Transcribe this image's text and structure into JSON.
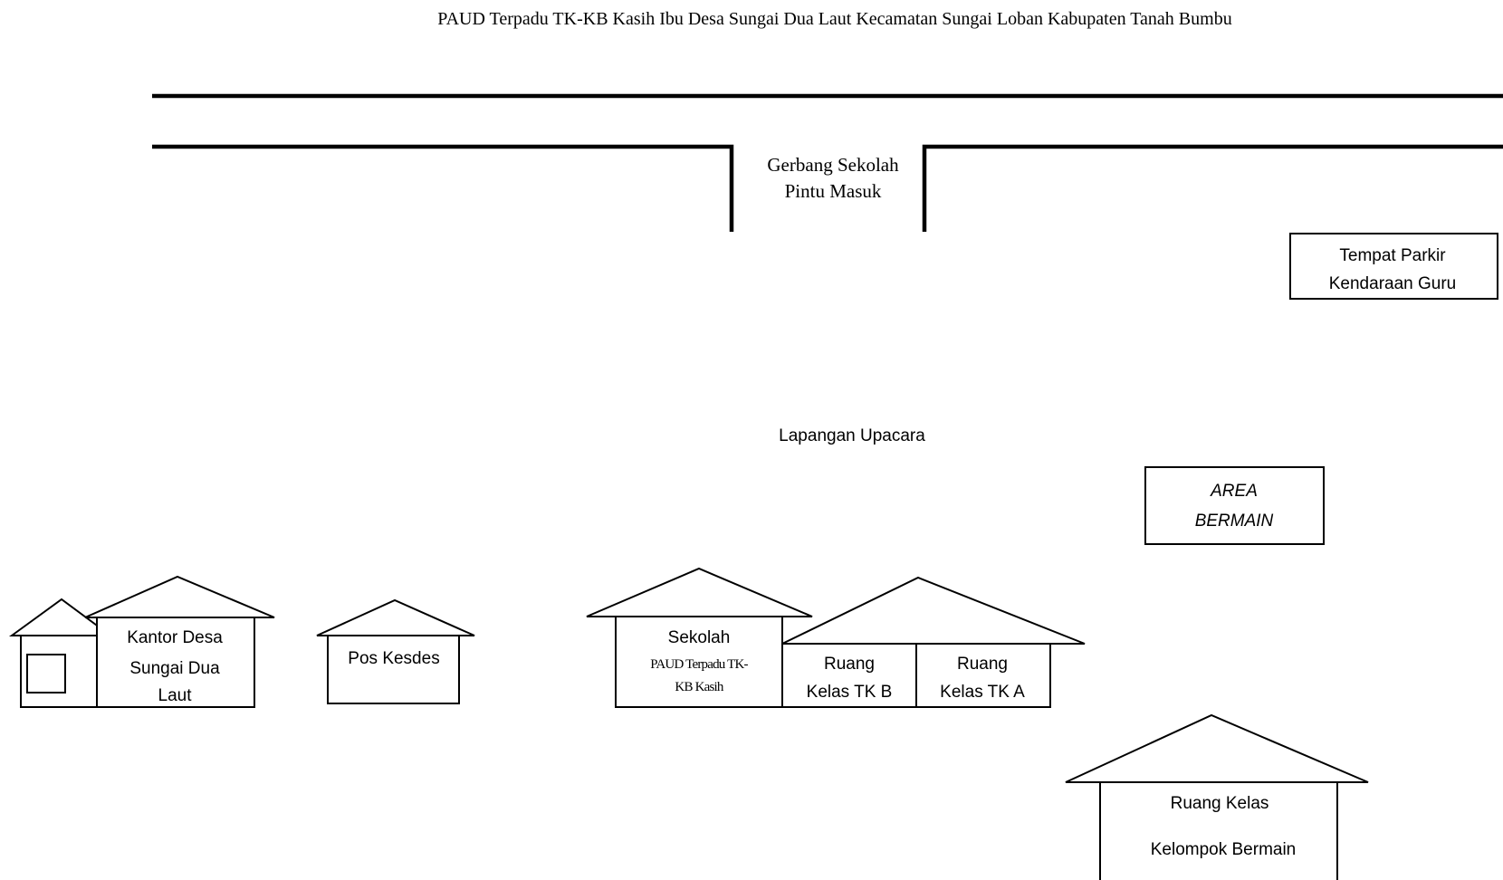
{
  "title": "PAUD Terpadu TK-KB Kasih Ibu Desa Sungai Dua Laut Kecamatan Sungai Loban Kabupaten Tanah Bumbu",
  "gate": {
    "line1": "Gerbang Sekolah",
    "line2": "Pintu Masuk"
  },
  "parking": {
    "line1": "Tempat Parkir",
    "line2": "Kendaraan Guru"
  },
  "field": {
    "label": "Lapangan Upacara"
  },
  "play_area": {
    "line1": "AREA",
    "line2": "BERMAIN"
  },
  "village_office": {
    "line1": "Kantor Desa",
    "line2": "Sungai Dua",
    "line3": "Laut"
  },
  "health_post": {
    "label": "Pos Kesdes"
  },
  "school": {
    "line1": "Sekolah",
    "line2": "PAUD Terpadu TK-",
    "line3": "KB Kasih"
  },
  "class_tkb": {
    "line1": "Ruang",
    "line2": "Kelas TK B"
  },
  "class_tka": {
    "line1": "Ruang",
    "line2": "Kelas TK A"
  },
  "class_kb": {
    "line1": "Ruang Kelas",
    "line2": "Kelompok Bermain"
  }
}
